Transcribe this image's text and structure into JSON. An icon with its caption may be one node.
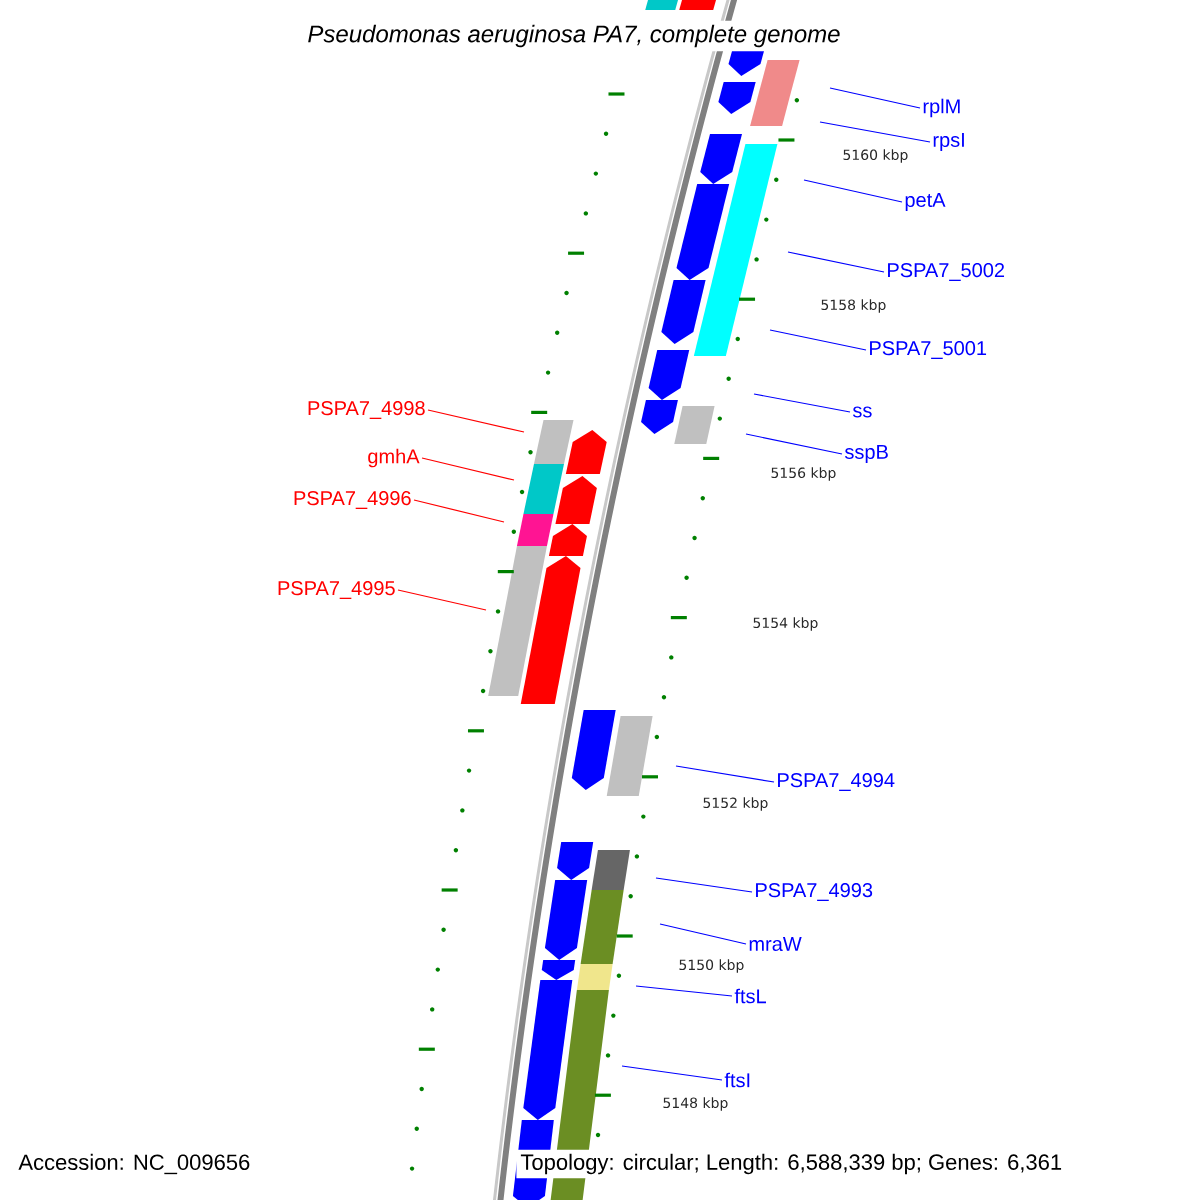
{
  "diagram": {
    "title": "Pseudomonas aeruginosa PA7, complete genome",
    "nodes": [
      {
        "text": [
          "rplM"
        ]
      },
      {
        "text": [
          "rpsI"
        ]
      },
      {
        "text": [
          "petA"
        ]
      },
      {
        "text": [
          "PSPA7_5002"
        ]
      },
      {
        "text": [
          "PSPA7_5001"
        ]
      },
      {
        "text": [
          "PSPA7_4998"
        ]
      },
      {
        "text": [
          "ss"
        ]
      },
      {
        "text": [
          "gmhA"
        ]
      },
      {
        "text": [
          "sspB"
        ]
      },
      {
        "text": [
          "PSPA7_4996"
        ]
      },
      {
        "text": [
          "PSPA7_4995"
        ]
      },
      {
        "text": [
          "PSPA7_4994"
        ]
      },
      {
        "text": [
          "PSPA7_4993"
        ]
      },
      {
        "text": [
          "mraW"
        ]
      },
      {
        "text": [
          "ftsL"
        ]
      },
      {
        "text": [
          "ftsI"
        ]
      }
    ],
    "edges": [
      {
        "from": 0,
        "to": null,
        "arrow": "none"
      },
      {
        "from": 1,
        "to": null,
        "arrow": "none"
      },
      {
        "from": 2,
        "to": null,
        "arrow": "none"
      },
      {
        "from": 3,
        "to": null,
        "arrow": "none"
      },
      {
        "from": 4,
        "to": null,
        "arrow": "none"
      },
      {
        "from": 5,
        "to": null,
        "arrow": "none",
        "color": "#ff0000"
      },
      {
        "from": 6,
        "to": null,
        "arrow": "none"
      },
      {
        "from": 7,
        "to": null,
        "arrow": "none",
        "color": "#ff0000"
      },
      {
        "from": 8,
        "to": null,
        "arrow": "none"
      },
      {
        "from": 9,
        "to": null,
        "arrow": "none",
        "color": "#ff0000"
      },
      {
        "from": 10,
        "to": null,
        "arrow": "none",
        "color": "#ff0000"
      },
      {
        "from": 11,
        "to": null,
        "arrow": "none"
      },
      {
        "from": 12,
        "to": null,
        "arrow": "none"
      },
      {
        "from": 13,
        "to": null,
        "arrow": "none"
      },
      {
        "from": 14,
        "to": null,
        "arrow": "none"
      },
      {
        "from": 15,
        "to": null,
        "arrow": "none"
      }
    ],
    "labels": [
      "5160 kbp",
      "5158 kbp",
      "5156 kbp",
      "5154 kbp",
      "5152 kbp",
      "5150 kbp",
      "5148 kbp",
      "Accession: NC_009656",
      "Topology: circular; Length: 6,588,339 bp; Genes: 6,361"
    ]
  }
}
